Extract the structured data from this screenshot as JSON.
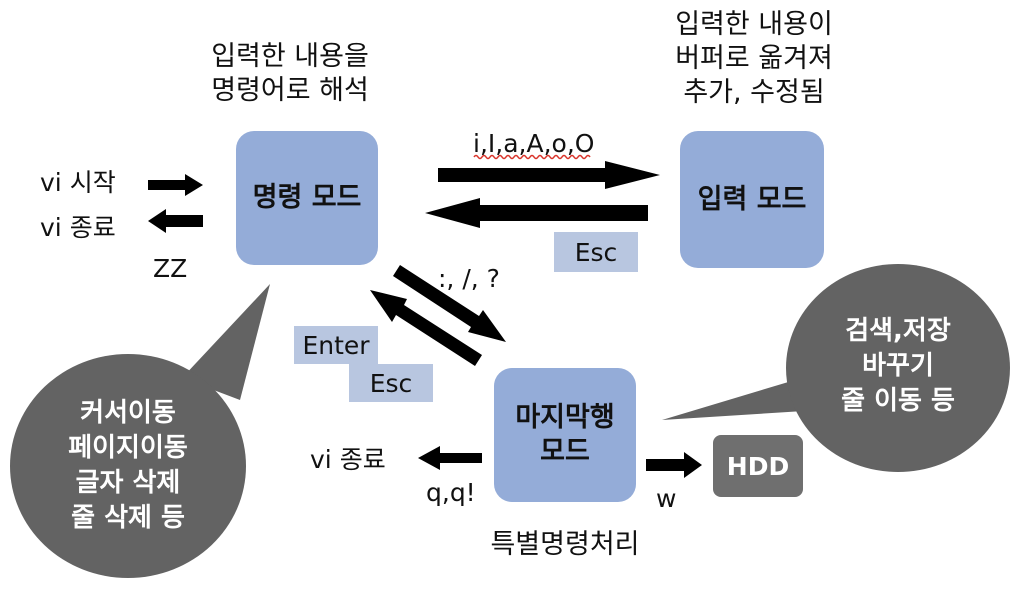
{
  "captions": {
    "command_interpret": "입력한 내용을\n명령어로 해석",
    "insert_buffer": "입력한 내용이\n버퍼로 옮겨져\n추가, 수정됨",
    "special_commands": "특별명령처리"
  },
  "modes": {
    "command": "명령 모드",
    "insert": "입력 모드",
    "last_line": "마지막행\n모드"
  },
  "storage": {
    "hdd": "HDD"
  },
  "labels": {
    "vi_start": "vi 시작",
    "vi_exit_top": "vi 종료",
    "zz": "ZZ",
    "insert_keys": "i,I,a,A,o,O",
    "esc_insert": "Esc",
    "colon_keys": ":, /, ?",
    "enter": "Enter",
    "esc_last": "Esc",
    "vi_exit_bottom": "vi 종료",
    "q_keys": "q,q!",
    "w_key": "w"
  },
  "bubbles": {
    "command_ops": "커서이동\n페이지이동\n글자 삭제\n줄 삭제 등",
    "last_line_ops": "검색,저장\n바꾸기\n줄 이동 등"
  },
  "colors": {
    "mode_box": "#94acd8",
    "key_tag": "#b8c6e0",
    "bubble": "#636363",
    "hdd": "#6f6f6f",
    "arrow": "#000000",
    "spellcheck_underline": "#d9342b"
  }
}
